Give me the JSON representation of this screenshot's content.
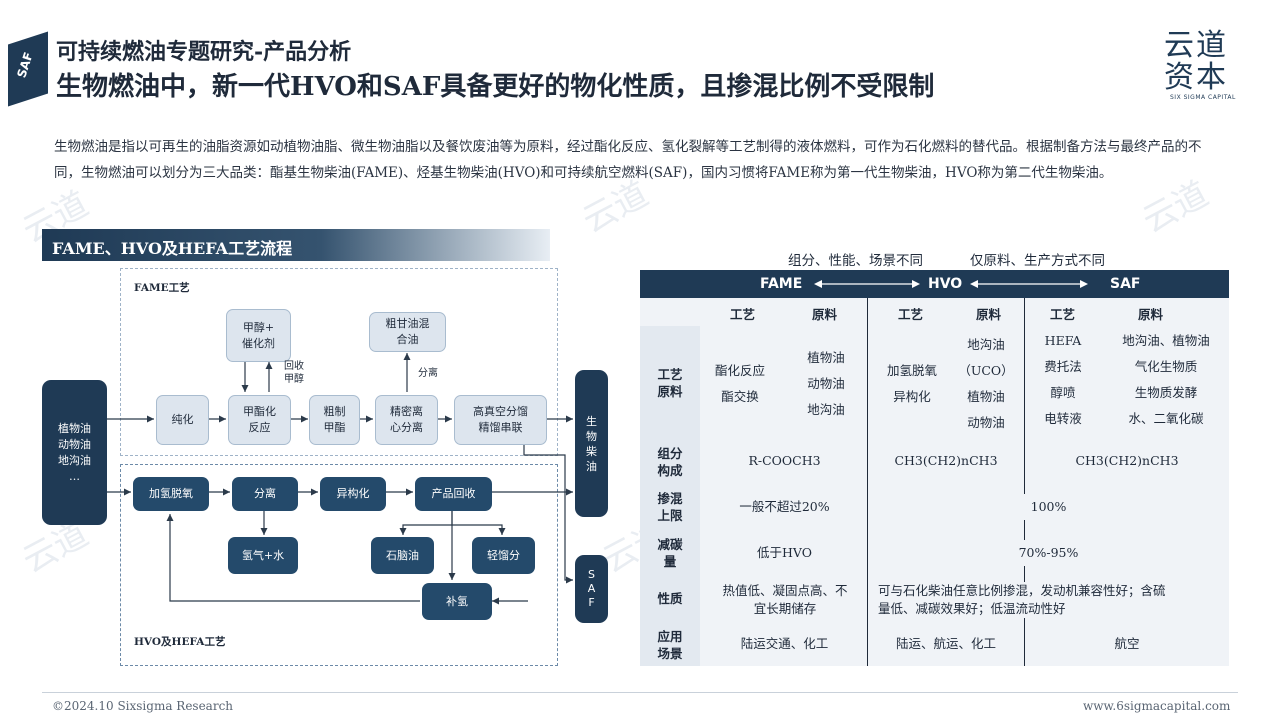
{
  "header": {
    "badge": "SAF",
    "title": "可持续燃油专题研究-产品分析",
    "subtitle": "生物燃油中，新一代HVO和SAF具备更好的物化性质，且掺混比例不受限制",
    "logo_line1": "云道",
    "logo_line2": "资本",
    "logo_en": "SIX SIGMA CAPITAL"
  },
  "intro": "生物燃油是指以可再生的油脂资源如动植物油脂、微生物油脂以及餐饮废油等为原料，经过酯化反应、氢化裂解等工艺制得的液体燃料，可作为石化燃料的替代品。根据制备方法与最终产品的不同，生物燃油可以划分为三大品类：酯基生物柴油(FAME)、烃基生物柴油(HVO)和可持续航空燃料(SAF)，国内习惯将FAME称为第一代生物柴油，HVO称为第二代生物柴油。",
  "diagram": {
    "section_title": "FAME、HVO及HEFA工艺流程",
    "fame_label": "FAME工艺",
    "hvo_label": "HVO及HEFA工艺",
    "input_lines": [
      "植物油",
      "动物油",
      "地沟油",
      "…"
    ],
    "catalyst_lines": [
      "甲醇+",
      "催化剂"
    ],
    "recycle_lines": [
      "回收",
      "甲醇"
    ],
    "glycerin_lines": [
      "粗甘油混",
      "合油"
    ],
    "separate_note": "分离",
    "purify": "纯化",
    "ester_lines": [
      "甲酯化",
      "反应"
    ],
    "crude_lines": [
      "粗制",
      "甲酯"
    ],
    "centrifuge_lines": [
      "精密离",
      "心分离"
    ],
    "distill_lines": [
      "高真空分馏",
      "精馏串联"
    ],
    "hydro": "加氢脱氧",
    "sep": "分离",
    "iso": "异构化",
    "recover": "产品回收",
    "h2o": "氢气+水",
    "naphtha": "石脑油",
    "light": "轻馏分",
    "supplement": "补氢",
    "out_diesel": [
      "生",
      "物",
      "柴",
      "油"
    ],
    "out_saf": [
      "S",
      "A",
      "F"
    ]
  },
  "table": {
    "caption_left": "组分、性能、场景不同",
    "caption_right": "仅原料、生产方式不同",
    "col_fame": "FAME",
    "col_hvo": "HVO",
    "col_saf": "SAF",
    "sub": {
      "proc1": "工艺",
      "raw1": "原料",
      "proc2": "工艺",
      "raw2": "原料",
      "proc3": "工艺",
      "raw3": "原料"
    },
    "row_labels": {
      "process": [
        "工艺",
        "原料"
      ],
      "component": [
        "组分",
        "构成"
      ],
      "blend": [
        "掺混",
        "上限"
      ],
      "carbon": [
        "减碳",
        "量"
      ],
      "property": [
        "性质"
      ],
      "scene": [
        "应用",
        "场景"
      ]
    },
    "process_row": {
      "fame_proc": [
        "酯化反应",
        "酯交换"
      ],
      "fame_raw": [
        "植物油",
        "动物油",
        "地沟油"
      ],
      "hvo_proc": [
        "加氢脱氧",
        "异构化"
      ],
      "hvo_raw": [
        "地沟油",
        "（UCO）",
        "植物油",
        "动物油"
      ],
      "saf_proc": [
        "HEFA",
        "费托法",
        "醇喷",
        "电转液"
      ],
      "saf_raw": [
        "地沟油、植物油",
        "气化生物质",
        "生物质发酵",
        "水、二氧化碳"
      ]
    },
    "component_row": {
      "fame": "R-COOCH3",
      "hvo": "CH3(CH2)nCH3",
      "saf": "CH3(CH2)nCH3"
    },
    "blend_row": {
      "fame": "一般不超过20%",
      "other": "100%"
    },
    "carbon_row": {
      "fame": "低于HVO",
      "other": "70%-95%"
    },
    "property_row": {
      "fame": [
        "热值低、凝固点高、不",
        "宜长期储存"
      ],
      "other": [
        "可与石化柴油任意比例掺混，发动机兼容性好；含硫",
        "量低、减碳效果好；低温流动性好"
      ]
    },
    "scene_row": {
      "fame": "陆运交通、化工",
      "hvo": "陆运、航运、化工",
      "saf": "航空"
    }
  },
  "footer": {
    "left": "©2024.10 Sixsigma Research",
    "right": "www.6sigmacapital.com"
  },
  "colors": {
    "navy": "#1f3a55",
    "box_dark": "#244a6b",
    "box_light": "#dde5ee",
    "table_bg": "#f0f3f7"
  }
}
